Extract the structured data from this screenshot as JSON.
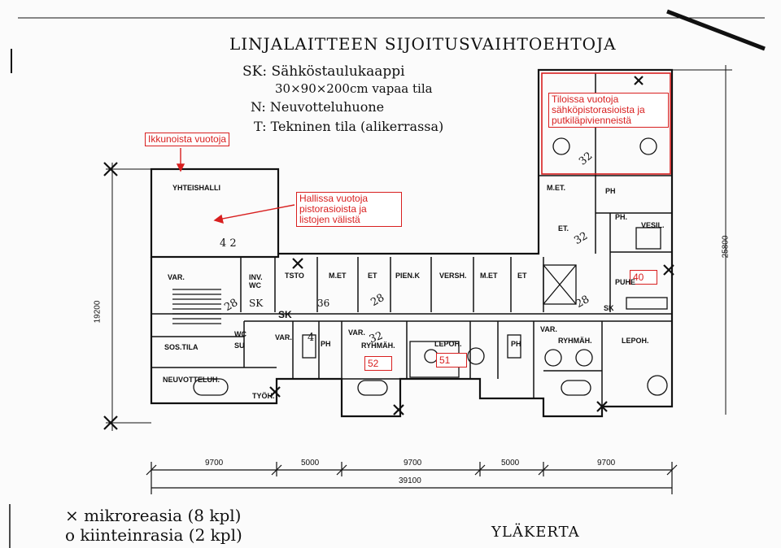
{
  "header": {
    "title": "LINJALAITTEEN SIJOITUSVAIHTOEHTOJA",
    "legend_sk": "SK: Sähköstaulukaappi",
    "legend_sk_size": "30×90×200cm vapaa tila",
    "legend_n": "N: Neuvotteluhuone",
    "legend_t": "T: Tekninen tila (alikerrassa)"
  },
  "annotations": {
    "windows": "Ikkunoista vuotoja",
    "hall": [
      "Hallissa vuotoja",
      "pistorasioista ja",
      "listojen välistä"
    ],
    "rooms": [
      "Tiloissa vuotoja",
      "sähköpistorasioista ja",
      "putkiläpivienneistä"
    ]
  },
  "room_numbers": {
    "n52": "52",
    "n51": "51",
    "n40": "40"
  },
  "rooms": {
    "yhteishalli": "YHTEISHALLI",
    "var1": "VAR.",
    "inv_wc": "INV.",
    "inv_wc2": "WC",
    "tsto": "TSTO",
    "met1": "M.ET",
    "et1": "ET",
    "pienk": "PIEN.K",
    "versh": "VERSH.",
    "met2": "M.ET",
    "et2": "ET",
    "met_top": "M.ET.",
    "et_top": "ET.",
    "ph_top": "PH.",
    "vesil": "VESIL.",
    "puhe": "PUHE",
    "sk_mid": "SK",
    "sk_right": "SK",
    "sos_tila": "SOS.TILA",
    "var2": "VAR.",
    "wc": "WC",
    "su": "SU",
    "neuvotteluh": "NEUVOTTELUH.",
    "tyoh": "TYÖH.",
    "ph_mid": "PH",
    "var3": "VAR.",
    "ryhmah1": "RYHMÄH.",
    "lepoh1": "LEPOH.",
    "ph_right": "PH",
    "var4": "VAR.",
    "ryhmah2": "RYHMÄH.",
    "lepoh2": "LEPOH.",
    "ph_left": "PH",
    "hand_32a": "32",
    "hand_32b": "32",
    "hand_32c": "32",
    "hand_28a": "28",
    "hand_28b": "28",
    "hand_28c": "28",
    "hand_3a": "4 2",
    "hand_4": "4",
    "hand_36": "36",
    "hand_sk_hand": "SK"
  },
  "dimensions": {
    "d9700a": "9700",
    "d5000a": "5000",
    "d9700b": "9700",
    "d5000b": "5000",
    "d9700c": "9700",
    "total": "39100",
    "h19200": "19200",
    "h25800": "25800"
  },
  "footer": {
    "x_legend": "× mikroreasia (8 kpl)",
    "o_legend": "o kiinteinrasia (2 kpl)",
    "floor": "YLÄKERTA"
  },
  "colors": {
    "annotation": "#d81f1f",
    "ink": "#111111"
  }
}
